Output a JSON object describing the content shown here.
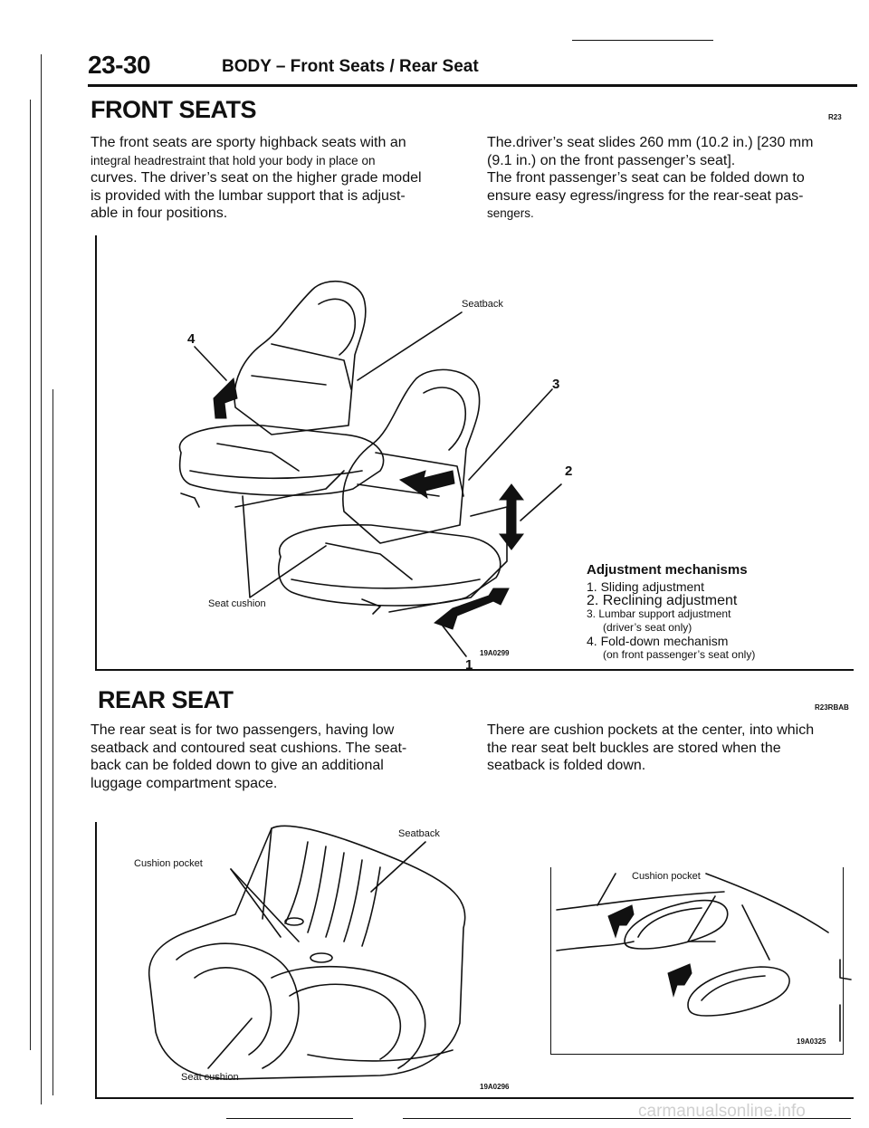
{
  "header": {
    "page_number": "23-30",
    "title": "BODY – Front Seats / Rear Seat"
  },
  "front_seats": {
    "heading": "FRONT SEATS",
    "code": "R23",
    "left_paragraph": {
      "line1": "The front seats are sporty highback seats with an",
      "line2": "integral headrestraint that hold your body in place on",
      "line3": "curves. The driver’s seat on the higher grade model",
      "line4": "is provided with the lumbar support that is adjust-",
      "line5": "able in four positions."
    },
    "right_paragraph": {
      "line1": "The.driver’s seat slides 260 mm (10.2 in.) [230 mm",
      "line2": "(9.1 in.) on the front passenger’s seat].",
      "line3": "The front passenger’s seat can be folded down to",
      "line4": "ensure easy egress/ingress for the rear-seat pas-",
      "line5": "sengers."
    },
    "figure": {
      "label_seatback": "Seatback",
      "label_seat_cushion": "Seat cushion",
      "callout_1": "1",
      "callout_2": "2",
      "callout_3": "3",
      "callout_4": "4",
      "figure_code": "19A0299"
    },
    "caption": {
      "title": "Adjustment mechanisms",
      "item1": "1. Sliding adjustment",
      "item2": "2. Reclining adjustment",
      "item3": "3. Lumbar support adjustment",
      "item3b": "(driver’s seat only)",
      "item4": "4. Fold-down mechanism",
      "item4b": "(on front passenger’s seat only)"
    }
  },
  "rear_seat": {
    "heading": "REAR SEAT",
    "code": "R23RBAB",
    "left_paragraph": {
      "line1": "The rear seat is for two passengers, having low",
      "line2": "seatback and contoured seat cushions. The seat-",
      "line3": "back can be folded down to give an additional",
      "line4": "luggage compartment space."
    },
    "right_paragraph": {
      "line1": "There are cushion pockets at the center, into which",
      "line2": "the rear seat belt buckles are stored when the",
      "line3": "seatback is folded down."
    },
    "figure_left": {
      "label_seatback": "Seatback",
      "label_cushion_pocket": "Cushion pocket",
      "label_seat_cushion": "Seat cushion",
      "figure_code": "19A0296"
    },
    "figure_right": {
      "label_cushion_pocket": "Cushion pocket",
      "figure_code": "19A0325"
    }
  },
  "footer": {
    "watermark": "carmanualsonline.info"
  }
}
